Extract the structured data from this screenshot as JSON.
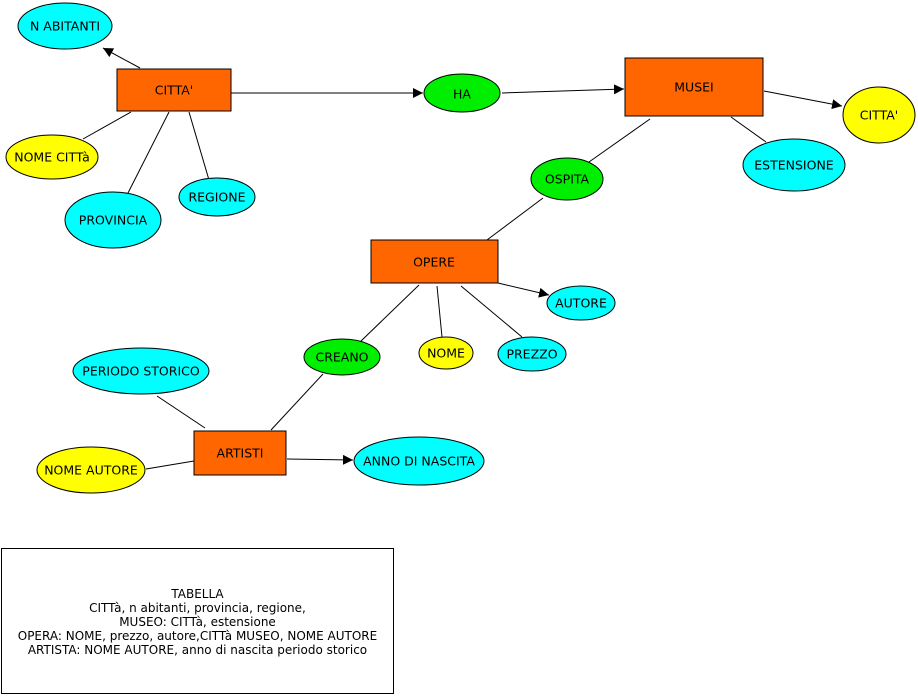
{
  "colors": {
    "entity": "#ff6600",
    "relationship": "#00ee00",
    "attribute": "#00ffff",
    "key_attribute": "#ffff00",
    "stroke": "#000000"
  },
  "entities": {
    "citta": "CITTA'",
    "musei": "MUSEI",
    "opere": "OPERE",
    "artisti": "ARTISTI"
  },
  "relationships": {
    "ha": "HA",
    "ospita": "OSPITA",
    "creano": "CREANO"
  },
  "attributes": {
    "n_abitanti": "N ABITANTI",
    "nome_citta": "NOME CITTà",
    "provincia": "PROVINCIA",
    "regione": "REGIONE",
    "citta_museo": "CITTA'",
    "estensione": "ESTENSIONE",
    "autore": "AUTORE",
    "nome": "NOME",
    "prezzo": "PREZZO",
    "periodo_storico": "PERIODO STORICO",
    "nome_autore": "NOME AUTORE",
    "anno_di_nascita": "ANNO DI NASCITA"
  },
  "table": {
    "lines": [
      "TABELLA",
      "CITTà, n abitanti, provincia, regione,",
      "MUSEO: CITTà, estensione",
      "OPERA:  NOME, prezzo, autore,CITTà MUSEO, NOME AUTORE",
      "ARTISTA: NOME AUTORE, anno di nascita periodo storico"
    ]
  }
}
